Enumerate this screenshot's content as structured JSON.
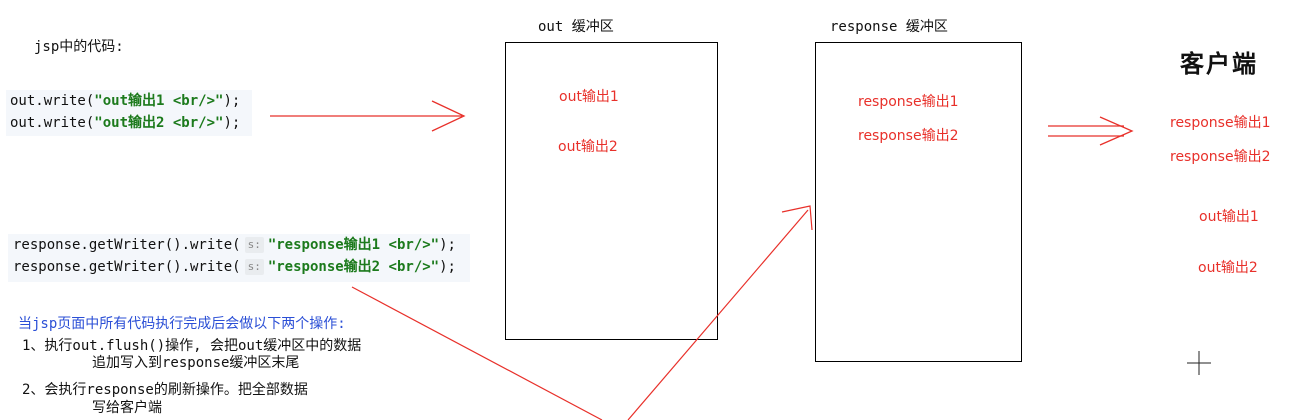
{
  "jsp_label": "jsp中的代码:",
  "out_code": [
    {
      "pre": "out.write(",
      "str": "\"out输出1 <br/>\"",
      "post": ");"
    },
    {
      "pre": "out.write(",
      "str": "\"out输出2 <br/>\"",
      "post": ");"
    }
  ],
  "response_code": [
    {
      "pre": "response.getWriter().write(",
      "hint": "s:",
      "str": "\"response输出1 <br/>\"",
      "post": ");"
    },
    {
      "pre": "response.getWriter().write(",
      "hint": "s:",
      "str": "\"response输出2 <br/>\"",
      "post": ");"
    }
  ],
  "out_buffer": {
    "title": "out 缓冲区",
    "items": [
      "out输出1",
      "out输出2"
    ]
  },
  "response_buffer": {
    "title": "response 缓冲区",
    "items": [
      "response输出1",
      "response输出2"
    ]
  },
  "client": {
    "title": "客户端",
    "items": [
      "response输出1",
      "response输出2",
      "out输出1",
      "out输出2"
    ]
  },
  "notes": {
    "heading": "当jsp页面中所有代码执行完成后会做以下两个操作:",
    "step1_line1": "1、执行out.flush()操作, 会把out缓冲区中的数据",
    "step1_line2": "追加写入到response缓冲区末尾",
    "step2_line1": "2、会执行response的刷新操作。把全部数据",
    "step2_line2": "写给客户端"
  },
  "colors": {
    "annotation_red": "#e8302a",
    "string_green": "#1c7a1c",
    "note_blue": "#2b4fd6"
  }
}
